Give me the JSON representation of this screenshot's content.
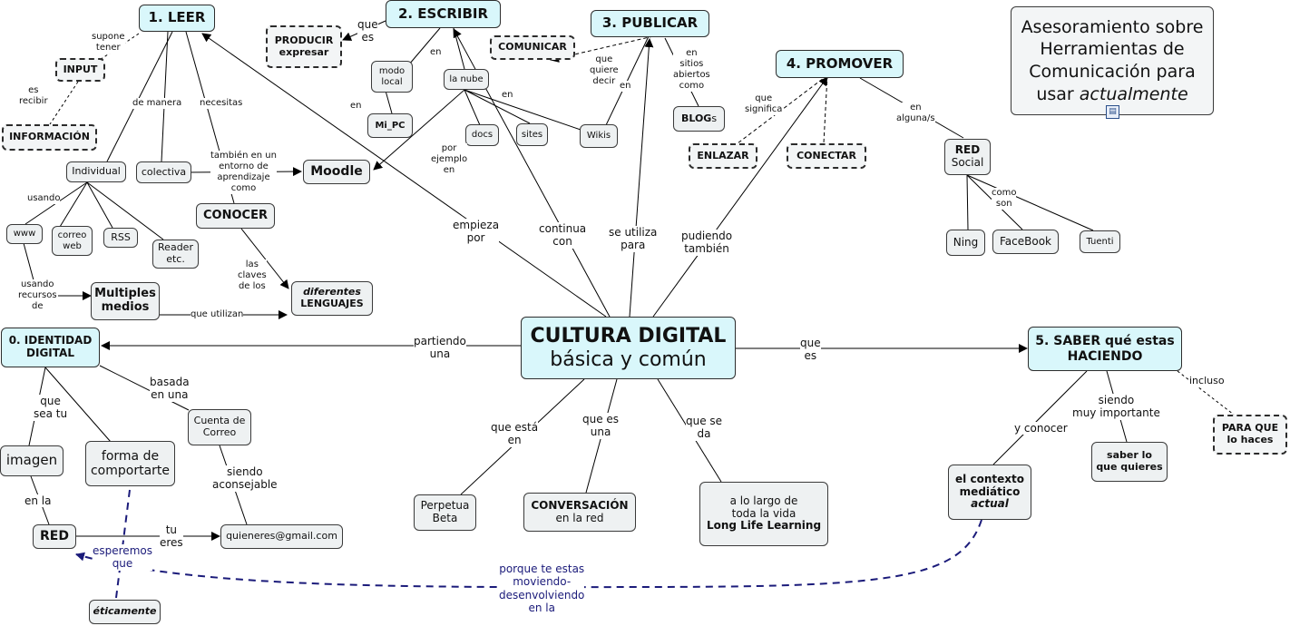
{
  "nodes": {
    "leer": "1. LEER",
    "escribir": "2. ESCRIBIR",
    "publicar": "3. PUBLICAR",
    "promover": "4. PROMOVER",
    "title": [
      "Asesoramiento sobre",
      "Herramientas de",
      "Comunicación para",
      "usar"
    ],
    "title_italic": "actualmente",
    "producir": [
      "PRODUCIR",
      "expresar"
    ],
    "input": "INPUT",
    "informacion": "INFORMACIÓN",
    "comunicar": "COMUNICAR",
    "modo_local": [
      "modo",
      "local"
    ],
    "la_nube": "la nube",
    "mi_pc": "Mi_PC",
    "docs": "docs",
    "sites": "sites",
    "wikis": "Wikis",
    "blogs": "BLOG",
    "blogs_suffix": "s",
    "enlazar": "ENLAZAR",
    "conectar": "CONECTAR",
    "red_social": [
      "RED",
      "Social"
    ],
    "ning": "Ning",
    "facebook": "FaceBook",
    "tuenti": "Tuenti",
    "individual": "Individual",
    "colectiva": "colectiva",
    "moodle": "Moodle",
    "conocer": "CONOCER",
    "www": "www",
    "correo_web": [
      "correo",
      "web"
    ],
    "rss": "RSS",
    "reader": [
      "Reader",
      "etc."
    ],
    "multiples": [
      "Multiples",
      "medios"
    ],
    "lenguajes_it": "diferentes",
    "lenguajes": "LENGUAJES",
    "identidad": [
      "0. IDENTIDAD",
      "DIGITAL"
    ],
    "cultura": [
      "CULTURA DIGITAL",
      "básica y común"
    ],
    "saber": [
      "5. SABER qué estas",
      "HACIENDO"
    ],
    "cuenta": [
      "Cuenta de",
      "Correo"
    ],
    "imagen": "imagen",
    "forma": [
      "forma de",
      "comportarte"
    ],
    "red": "RED",
    "email": "quieneres@gmail.com",
    "eticamente": "éticamente",
    "perpetua": [
      "Perpetua",
      "Beta"
    ],
    "conversacion_b": "CONVERSACIÓN",
    "conversacion": "en la red",
    "largo": [
      "a lo largo de",
      "toda la vida"
    ],
    "largo_b": "Long Life Learning",
    "contexto": [
      "el contexto",
      "mediático"
    ],
    "contexto_i": "actual",
    "saber_lo": [
      "saber lo",
      "que quieres"
    ],
    "para_que": [
      "PARA QUE",
      "lo haces"
    ]
  },
  "labels": {
    "supone_tener": [
      "supone",
      "tener"
    ],
    "que_es_1": [
      "que",
      "es"
    ],
    "es_recibir": [
      "es",
      "recibir"
    ],
    "en_1": "en",
    "en_2": "en",
    "en_3": "en",
    "en_4": "en",
    "que_quiere_decir": [
      "que",
      "quiere",
      "decir"
    ],
    "en_sitios": [
      "en",
      "sitios",
      "abiertos",
      "como"
    ],
    "de_manera": "de manera",
    "necesitas": "necesitas",
    "por_ejemplo": [
      "por",
      "ejemplo",
      "en"
    ],
    "que_significa": [
      "que",
      "significa"
    ],
    "en_alguna": [
      "en",
      "alguna/s"
    ],
    "tambien_entorno": [
      "también en un",
      "entorno de",
      "aprendizaje",
      "como"
    ],
    "usando": "usando",
    "como_son": [
      "como",
      "son"
    ],
    "las_claves": [
      "las",
      "claves",
      "de los"
    ],
    "usando_recursos": [
      "usando",
      "recursos",
      "de"
    ],
    "que_utilizan": "que utilizan",
    "empieza_por": [
      "empieza",
      "por"
    ],
    "continua_con": [
      "continua",
      "con"
    ],
    "se_utiliza": [
      "se utiliza",
      "para"
    ],
    "pudiendo": [
      "pudiendo",
      "también"
    ],
    "partiendo": [
      "partiendo",
      "una"
    ],
    "que_es_2": [
      "que",
      "es"
    ],
    "incluso": "incluso",
    "basada": [
      "basada",
      "en una"
    ],
    "que_sea_tu": [
      "que",
      "sea tu"
    ],
    "siendo_aconsejable": [
      "siendo",
      "aconsejable"
    ],
    "en_la": "en la",
    "tu_eres": [
      "tu",
      "eres"
    ],
    "esperemos": [
      "esperemos",
      "que"
    ],
    "que_esta_en": [
      "que está",
      "en"
    ],
    "que_es_una": [
      "que es",
      "una"
    ],
    "que_se_da": [
      "que se",
      "da"
    ],
    "siendo_importante": [
      "siendo",
      "muy importante"
    ],
    "y_conocer": "y conocer",
    "porque": [
      "porque te estas",
      "moviendo-",
      "desenvolviendo",
      "en la"
    ]
  },
  "colors": {
    "node_fill": "#eef1f2",
    "key_fill": "#d9f7fb",
    "edge": "#000000",
    "dashed_link": "#1b1b7a"
  }
}
